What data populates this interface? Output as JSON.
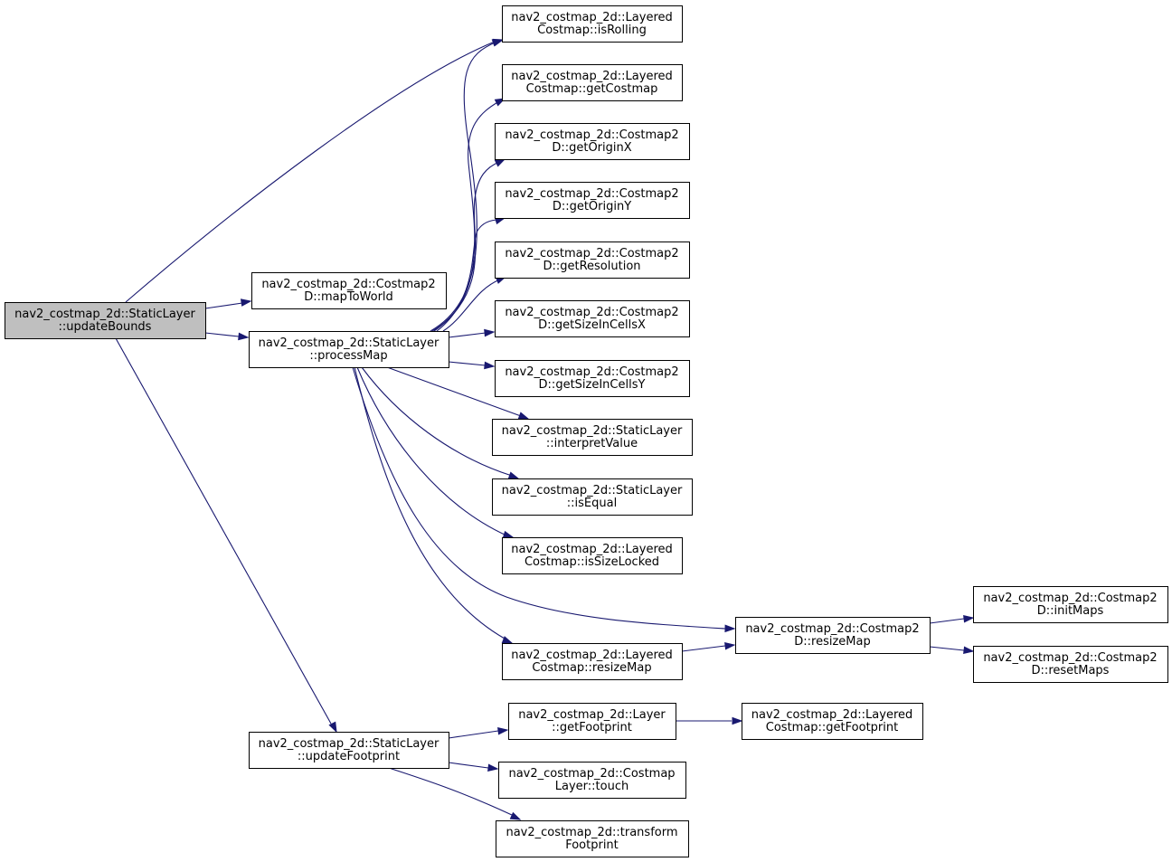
{
  "diagram": {
    "type": "call-graph",
    "colors": {
      "edge": "#191970",
      "node_fill": "#ffffff",
      "root_fill": "#bfbfbf",
      "node_border": "#000000"
    },
    "nodes": [
      {
        "id": "updateBounds",
        "line1": "nav2_costmap_2d::StaticLayer",
        "line2": "::updateBounds",
        "root": true
      },
      {
        "id": "mapToWorld",
        "line1": "nav2_costmap_2d::Costmap2",
        "line2": "D::mapToWorld"
      },
      {
        "id": "processMap",
        "line1": "nav2_costmap_2d::StaticLayer",
        "line2": "::processMap"
      },
      {
        "id": "updateFootprint",
        "line1": "nav2_costmap_2d::StaticLayer",
        "line2": "::updateFootprint"
      },
      {
        "id": "isRolling",
        "line1": "nav2_costmap_2d::Layered",
        "line2": "Costmap::isRolling"
      },
      {
        "id": "getCostmap",
        "line1": "nav2_costmap_2d::Layered",
        "line2": "Costmap::getCostmap"
      },
      {
        "id": "getOriginX",
        "line1": "nav2_costmap_2d::Costmap2",
        "line2": "D::getOriginX"
      },
      {
        "id": "getOriginY",
        "line1": "nav2_costmap_2d::Costmap2",
        "line2": "D::getOriginY"
      },
      {
        "id": "getResolution",
        "line1": "nav2_costmap_2d::Costmap2",
        "line2": "D::getResolution"
      },
      {
        "id": "getSizeInCellsX",
        "line1": "nav2_costmap_2d::Costmap2",
        "line2": "D::getSizeInCellsX"
      },
      {
        "id": "getSizeInCellsY",
        "line1": "nav2_costmap_2d::Costmap2",
        "line2": "D::getSizeInCellsY"
      },
      {
        "id": "interpretValue",
        "line1": "nav2_costmap_2d::StaticLayer",
        "line2": "::interpretValue"
      },
      {
        "id": "isEqual",
        "line1": "nav2_costmap_2d::StaticLayer",
        "line2": "::isEqual"
      },
      {
        "id": "isSizeLocked",
        "line1": "nav2_costmap_2d::Layered",
        "line2": "Costmap::isSizeLocked"
      },
      {
        "id": "lcResizeMap",
        "line1": "nav2_costmap_2d::Layered",
        "line2": "Costmap::resizeMap"
      },
      {
        "id": "c2dResizeMap",
        "line1": "nav2_costmap_2d::Costmap2",
        "line2": "D::resizeMap"
      },
      {
        "id": "initMaps",
        "line1": "nav2_costmap_2d::Costmap2",
        "line2": "D::initMaps"
      },
      {
        "id": "resetMaps",
        "line1": "nav2_costmap_2d::Costmap2",
        "line2": "D::resetMaps"
      },
      {
        "id": "layerGetFootprint",
        "line1": "nav2_costmap_2d::Layer",
        "line2": "::getFootprint"
      },
      {
        "id": "lcGetFootprint",
        "line1": "nav2_costmap_2d::Layered",
        "line2": "Costmap::getFootprint"
      },
      {
        "id": "touch",
        "line1": "nav2_costmap_2d::Costmap",
        "line2": "Layer::touch"
      },
      {
        "id": "transformFootprint",
        "line1": "nav2_costmap_2d::transform",
        "line2": "Footprint"
      }
    ],
    "edges": [
      {
        "from": "updateBounds",
        "to": "isRolling"
      },
      {
        "from": "updateBounds",
        "to": "mapToWorld"
      },
      {
        "from": "updateBounds",
        "to": "processMap"
      },
      {
        "from": "updateBounds",
        "to": "updateFootprint"
      },
      {
        "from": "processMap",
        "to": "isRolling"
      },
      {
        "from": "processMap",
        "to": "getCostmap"
      },
      {
        "from": "processMap",
        "to": "getOriginX"
      },
      {
        "from": "processMap",
        "to": "getOriginY"
      },
      {
        "from": "processMap",
        "to": "getResolution"
      },
      {
        "from": "processMap",
        "to": "getSizeInCellsX"
      },
      {
        "from": "processMap",
        "to": "getSizeInCellsY"
      },
      {
        "from": "processMap",
        "to": "interpretValue"
      },
      {
        "from": "processMap",
        "to": "isEqual"
      },
      {
        "from": "processMap",
        "to": "isSizeLocked"
      },
      {
        "from": "processMap",
        "to": "lcResizeMap"
      },
      {
        "from": "processMap",
        "to": "c2dResizeMap"
      },
      {
        "from": "lcResizeMap",
        "to": "c2dResizeMap"
      },
      {
        "from": "c2dResizeMap",
        "to": "initMaps"
      },
      {
        "from": "c2dResizeMap",
        "to": "resetMaps"
      },
      {
        "from": "updateFootprint",
        "to": "layerGetFootprint"
      },
      {
        "from": "updateFootprint",
        "to": "touch"
      },
      {
        "from": "updateFootprint",
        "to": "transformFootprint"
      },
      {
        "from": "layerGetFootprint",
        "to": "lcGetFootprint"
      }
    ]
  }
}
